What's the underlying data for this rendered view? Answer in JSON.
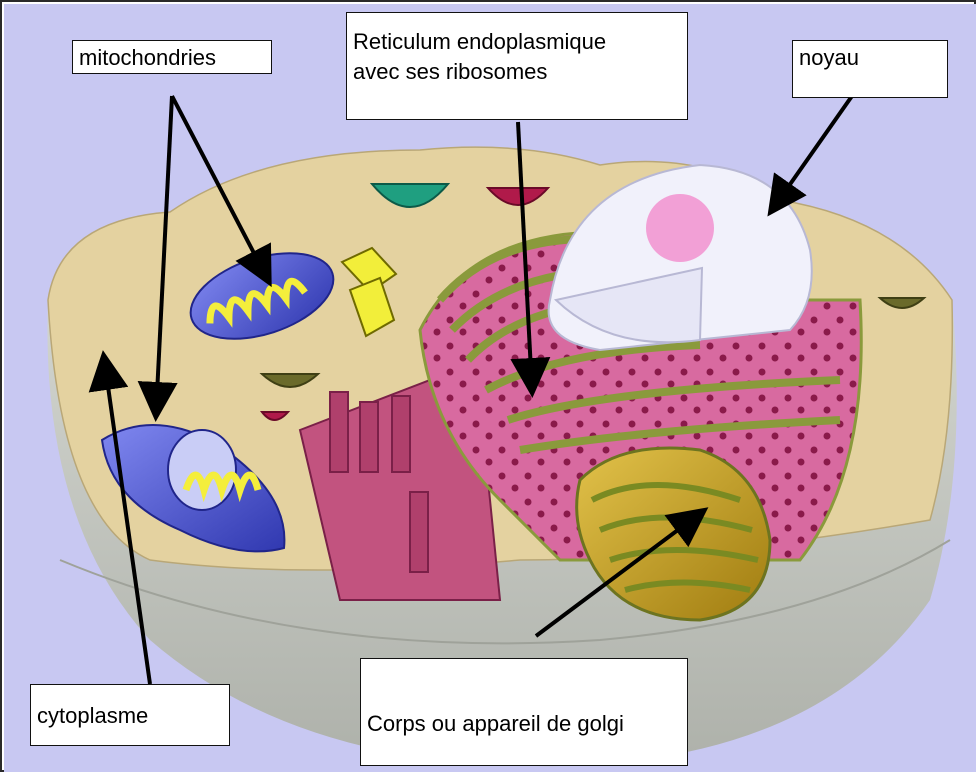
{
  "labels": {
    "mitochondries": "mitochondries",
    "reticulum_line1": "Reticulum endoplasmique",
    "reticulum_line2": "avec ses ribosomes",
    "noyau": "noyau",
    "cytoplasme": "cytoplasme",
    "golgi": "Corps ou appareil de golgi"
  },
  "colors": {
    "background": "#c8c8f2",
    "cytoplasm": "#e4d2a0",
    "cell_shell": "#c6c9c3",
    "reticulum": "#d86aa0",
    "reticulum_membrane": "#8a9a3c",
    "nucleus": "#f1f1fb",
    "nucleolus": "#f2a0d6",
    "mitochondrion": "#4a55d0",
    "mitochondrion_crista": "#f4ee3c",
    "golgi": "#c8a428",
    "arrow": "#000000"
  }
}
